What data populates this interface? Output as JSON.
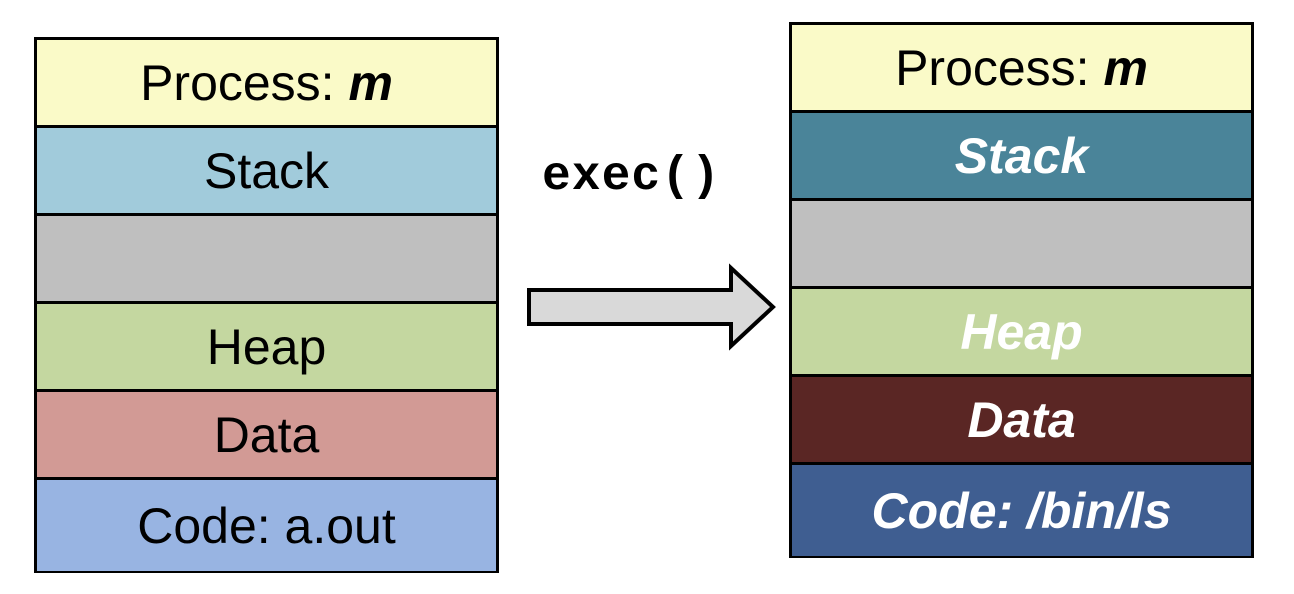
{
  "transition": {
    "label": "exec()"
  },
  "before": {
    "segments": [
      {
        "id": "process",
        "label": "Process: ",
        "label_em": "m",
        "color": "#FAFAC8"
      },
      {
        "id": "stack",
        "label": "Stack",
        "color": "#A1CBDB"
      },
      {
        "id": "gap",
        "label": "",
        "color": "#BFBFBF"
      },
      {
        "id": "heap",
        "label": "Heap",
        "color": "#C4D7A0"
      },
      {
        "id": "data",
        "label": "Data",
        "color": "#D29A95"
      },
      {
        "id": "code",
        "label": "Code: a.out",
        "color": "#98B4E2"
      }
    ]
  },
  "after": {
    "segments": [
      {
        "id": "process",
        "label": "Process: ",
        "label_em": "m",
        "color": "#FAFAC8",
        "text_color": "#000000"
      },
      {
        "id": "stack",
        "label": "Stack",
        "color": "#4A8499",
        "text_color": "#FFFFFF"
      },
      {
        "id": "gap",
        "label": "",
        "color": "#BFBFBF",
        "text_color": "#FFFFFF"
      },
      {
        "id": "heap",
        "label": "Heap",
        "color": "#C4D7A0",
        "text_color": "#FFFFFF"
      },
      {
        "id": "data",
        "label": "Data",
        "color": "#5A2624",
        "text_color": "#FFFFFF"
      },
      {
        "id": "code",
        "label": "Code: /bin/ls",
        "color": "#3F5E91",
        "text_color": "#FFFFFF"
      }
    ]
  }
}
